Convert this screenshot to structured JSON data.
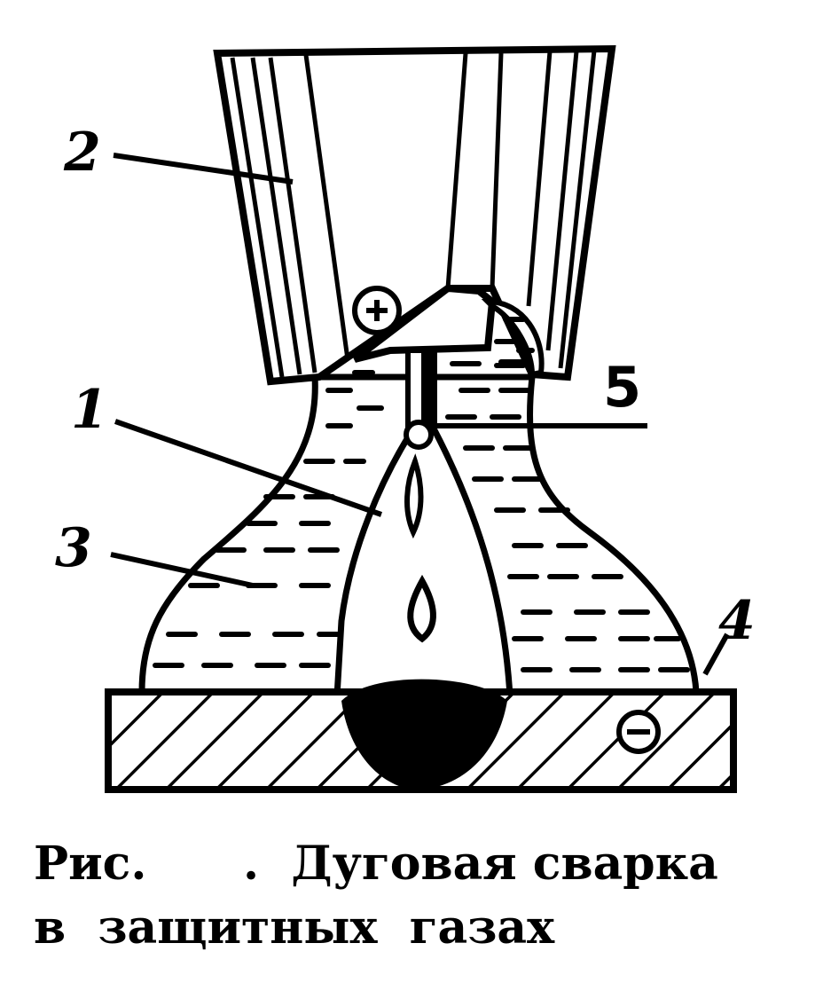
{
  "diagram": {
    "labels": {
      "electrode": "1",
      "nozzle": "2",
      "shielding_gas": "3",
      "workpiece": "4",
      "arc_point": "5"
    },
    "polarity": {
      "electrode_sign": "+",
      "workpiece_sign": "−"
    },
    "colors": {
      "ink": "#000000",
      "paper": "#ffffff"
    }
  },
  "caption": {
    "line1": "Рис.      .  Дуговая сварка",
    "line2": "в  защитных  газах"
  }
}
